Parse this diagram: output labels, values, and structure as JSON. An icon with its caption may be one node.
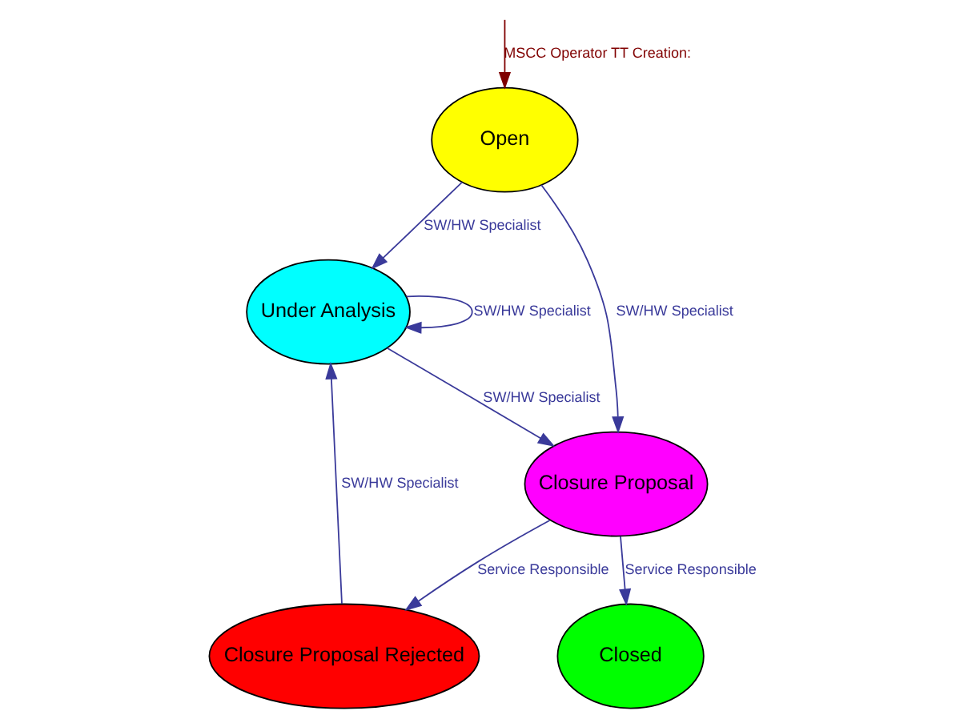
{
  "diagram": {
    "nodes": [
      {
        "text": [
          "Open"
        ]
      },
      {
        "text": [
          "Under Analysis"
        ]
      },
      {
        "text": [
          "Closure Proposal"
        ]
      },
      {
        "text": [
          "Closure Proposal Rejected"
        ]
      },
      {
        "text": [
          "Closed"
        ]
      }
    ],
    "edges": [
      {
        "from": null,
        "to": 0,
        "arrow": "to",
        "label": "MSCC Operator TT Creation:",
        "color": "#800000"
      },
      {
        "from": 0,
        "to": 1,
        "arrow": "to",
        "label": "SW/HW Specialist"
      },
      {
        "from": 0,
        "to": 2,
        "arrow": "to",
        "label": "SW/HW Specialist"
      },
      {
        "from": 1,
        "to": 1,
        "arrow": "to",
        "label": "SW/HW Specialist"
      },
      {
        "from": 1,
        "to": 2,
        "arrow": "to",
        "label": "SW/HW Specialist"
      },
      {
        "from": 2,
        "to": 4,
        "arrow": "to",
        "label": "Service Responsible"
      },
      {
        "from": 2,
        "to": 3,
        "arrow": "to",
        "label": "Service Responsible"
      },
      {
        "from": 3,
        "to": 1,
        "arrow": "to",
        "label": "SW/HW Specialist"
      }
    ]
  }
}
